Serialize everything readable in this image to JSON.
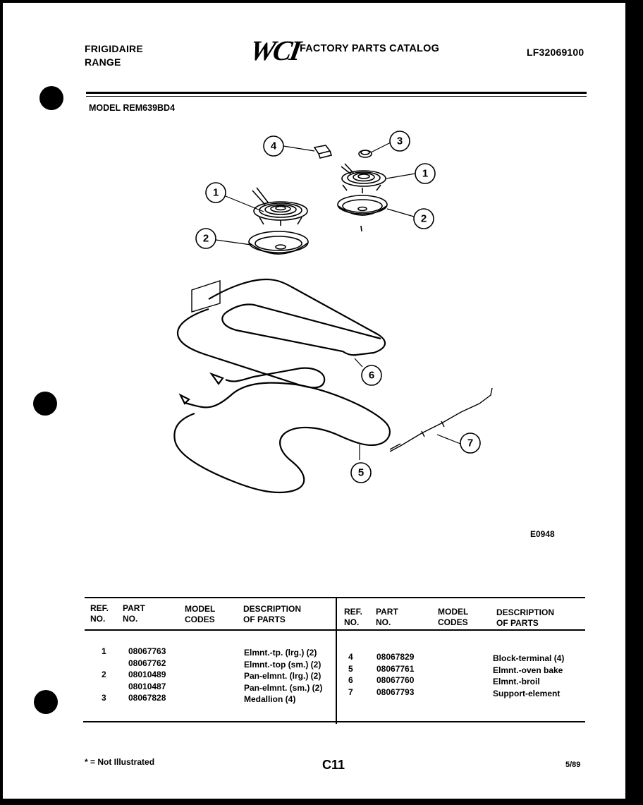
{
  "header": {
    "brand": "FRIGIDAIRE",
    "product": "RANGE",
    "logo_text": "WCI",
    "catalog_title": "FACTORY PARTS CATALOG",
    "catalog_number": "LF32069100",
    "model_line": "MODEL REM639BD4"
  },
  "diagram": {
    "figure_code": "E0948",
    "callouts": [
      "1",
      "2",
      "3",
      "4",
      "1",
      "2",
      "5",
      "6",
      "7"
    ]
  },
  "table": {
    "left_headers": {
      "ref": [
        "REF.",
        "NO."
      ],
      "part": [
        "PART",
        "NO."
      ],
      "model": [
        "MODEL",
        "CODES"
      ],
      "desc": [
        "DESCRIPTION",
        "OF PARTS"
      ]
    },
    "right_headers": {
      "ref": [
        "REF.",
        "NO."
      ],
      "part": [
        "PART",
        "NO."
      ],
      "model": [
        "MODEL",
        "CODES"
      ],
      "desc": [
        "DESCRIPTION",
        "OF PARTS"
      ]
    },
    "left_rows": [
      {
        "ref": "1",
        "part": "08067763",
        "desc": "Elmnt.-tp. (lrg.) (2)"
      },
      {
        "ref": "",
        "part": "08067762",
        "desc": "Elmnt.-top (sm.) (2)"
      },
      {
        "ref": "2",
        "part": "08010489",
        "desc": "Pan-elmnt. (lrg.) (2)"
      },
      {
        "ref": "",
        "part": "08010487",
        "desc": "Pan-elmnt. (sm.) (2)"
      },
      {
        "ref": "3",
        "part": "08067828",
        "desc": "Medallion (4)"
      }
    ],
    "right_rows": [
      {
        "ref": "4",
        "part": "08067829",
        "desc": "Block-terminal (4)"
      },
      {
        "ref": "5",
        "part": "08067761",
        "desc": "Elmnt.-oven bake"
      },
      {
        "ref": "6",
        "part": "08067760",
        "desc": "Elmnt.-broil"
      },
      {
        "ref": "7",
        "part": "08067793",
        "desc": "Support-element"
      }
    ]
  },
  "footer": {
    "note": "* = Not Illustrated",
    "page_code": "C11",
    "date": "5/89"
  }
}
